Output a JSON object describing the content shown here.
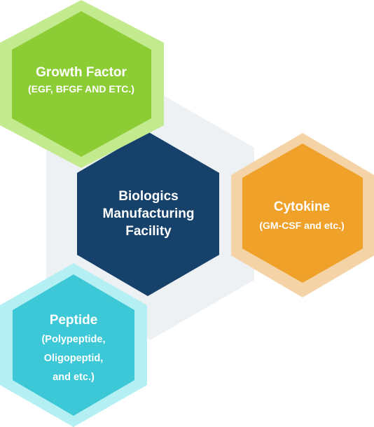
{
  "colors": {
    "background_hex": "#eef1f4",
    "center_fill": "#15416b",
    "growth_outer": "#c4ea90",
    "growth_inner": "#8ccc35",
    "cytokine_outer": "#f4d4a7",
    "cytokine_inner": "#f0a12a",
    "peptide_outer": "#b4f0f3",
    "peptide_inner": "#3cc8d6"
  },
  "center": {
    "line1": "Biologics",
    "line2": "Manufacturing",
    "line3": "Facility"
  },
  "growth_factor": {
    "title": "Growth Factor",
    "subtitle": "(EGF, BFGF AND ETC.)"
  },
  "cytokine": {
    "title": "Cytokine",
    "subtitle": "(GM-CSF and etc.)"
  },
  "peptide": {
    "title": "Peptide",
    "line1": "(Polypeptide,",
    "line2": "Oligopeptid,",
    "line3": "and etc.)"
  }
}
